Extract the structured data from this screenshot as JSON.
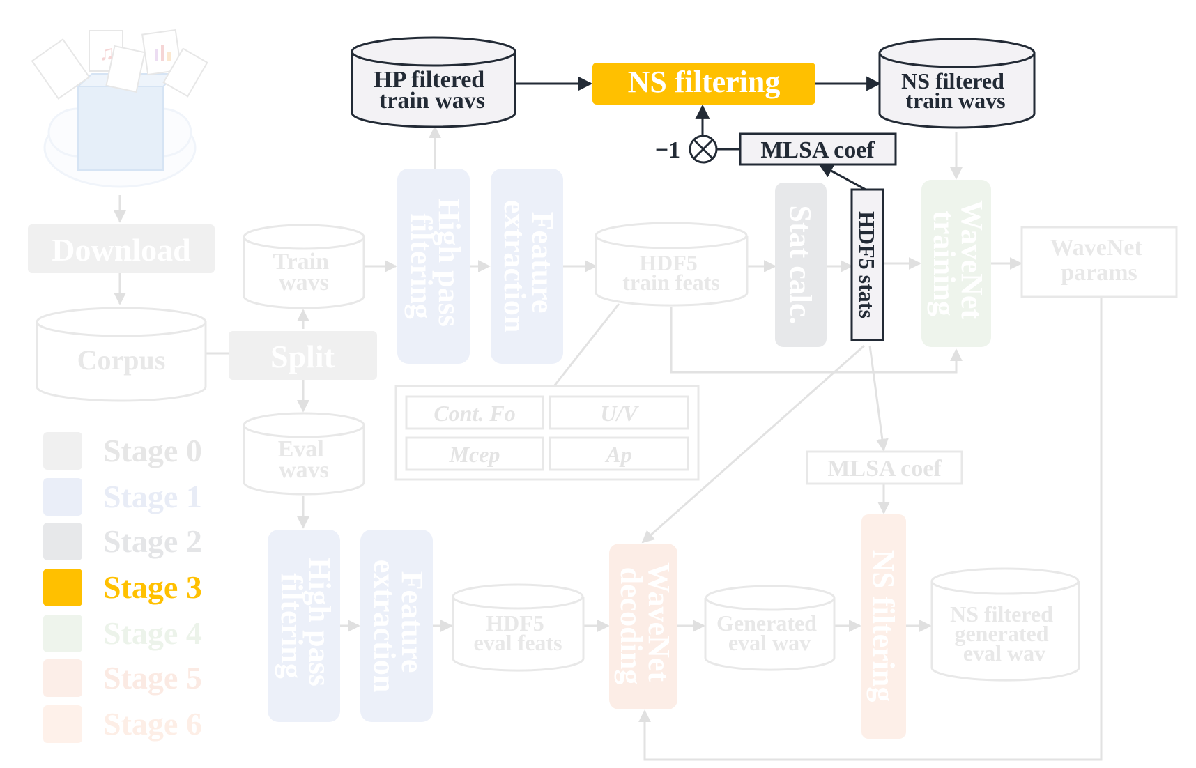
{
  "nodes": {
    "download": "Download",
    "corpus": "Corpus",
    "split": "Split",
    "train_wavs": [
      "Train",
      "wavs"
    ],
    "eval_wavs": [
      "Eval",
      "wavs"
    ],
    "hp_filtering_train": [
      "High pass",
      "filtering"
    ],
    "feature_extraction_train": [
      "Feature",
      "extraction"
    ],
    "hdf5_train_feats": [
      "HDF5",
      "train feats"
    ],
    "stat_calc": "Stat calc.",
    "hdf5_stats": "HDF5 stats",
    "wavenet_training": [
      "WaveNet",
      "training"
    ],
    "wavenet_params": [
      "WaveNet",
      "params"
    ],
    "hp_filtered_train_wavs": [
      "HP filtered",
      "train wavs"
    ],
    "ns_filtering_top": "NS filtering",
    "ns_filtered_train_wavs": [
      "NS filtered",
      "train wavs"
    ],
    "mlsa_coef_top": "MLSA coef",
    "minus_one": "−1",
    "multiply_symbol": "⊗",
    "feat_cont_f0": "Cont. Fo",
    "feat_uv": "U/V",
    "feat_mcep": "Mcep",
    "feat_ap": "Ap",
    "mlsa_coef_bottom": "MLSA coef",
    "hp_filtering_eval": [
      "High pass",
      "filtering"
    ],
    "feature_extraction_eval": [
      "Feature",
      "extraction"
    ],
    "hdf5_eval_feats": [
      "HDF5",
      "eval feats"
    ],
    "wavenet_decoding": [
      "WaveNet",
      "decoding"
    ],
    "generated_eval_wav": [
      "Generated",
      "eval wav"
    ],
    "ns_filtering_bottom": "NS filtering",
    "ns_filtered_generated_eval_wav": [
      "NS filtered",
      "generated",
      "eval wav"
    ]
  },
  "legend": [
    {
      "label": "Stage 0",
      "color": "#f0f0f0",
      "text_color": "#e6e6e6"
    },
    {
      "label": "Stage 1",
      "color": "#eaeef8",
      "text_color": "#e8ecf6"
    },
    {
      "label": "Stage 2",
      "color": "#e7e8ea",
      "text_color": "#e4e5e7"
    },
    {
      "label": "Stage 3",
      "color": "#ffc000",
      "text_color": "#ffc000"
    },
    {
      "label": "Stage 4",
      "color": "#eef4ec",
      "text_color": "#ecf3ea"
    },
    {
      "label": "Stage 5",
      "color": "#fceee8",
      "text_color": "#fbeae3"
    },
    {
      "label": "Stage 6",
      "color": "#fef1ea",
      "text_color": "#fdeee6"
    }
  ],
  "colors": {
    "highlight": "#ffc000",
    "active_stroke": "#222a35",
    "active_fill": "#f3f2f5",
    "faded_stroke": "#e4e4e4"
  }
}
